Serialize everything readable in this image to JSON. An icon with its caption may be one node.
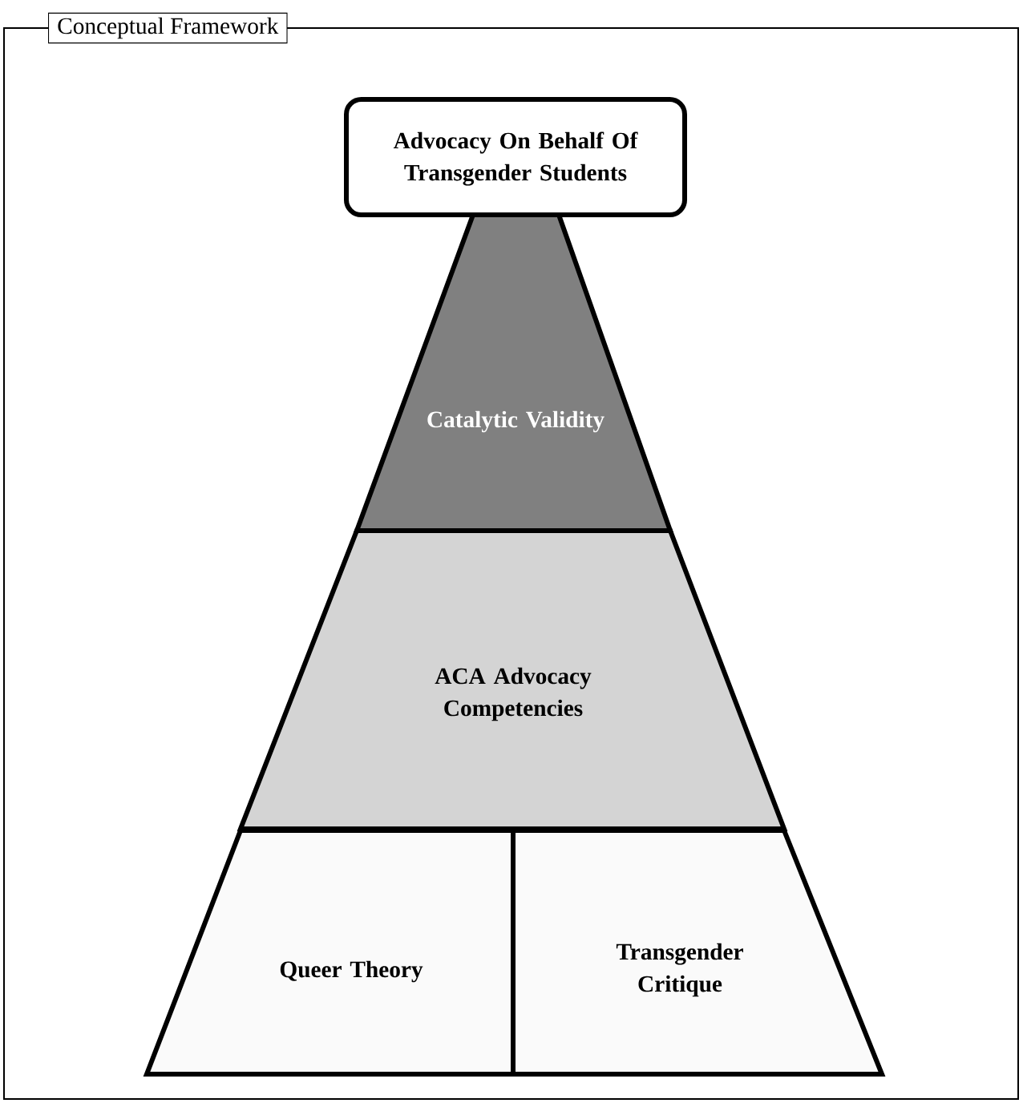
{
  "diagram": {
    "title": "Conceptual Framework",
    "nodes": [
      {
        "text": [
          "Advocacy On Behalf Of Transgender Students"
        ]
      },
      {
        "text": [
          "Catalytic Validity"
        ]
      },
      {
        "text": [
          "ACA Advocacy Competencies"
        ]
      },
      {
        "text": [
          "Queer Theory"
        ]
      },
      {
        "text": [
          "Transgender Critique"
        ]
      }
    ]
  }
}
